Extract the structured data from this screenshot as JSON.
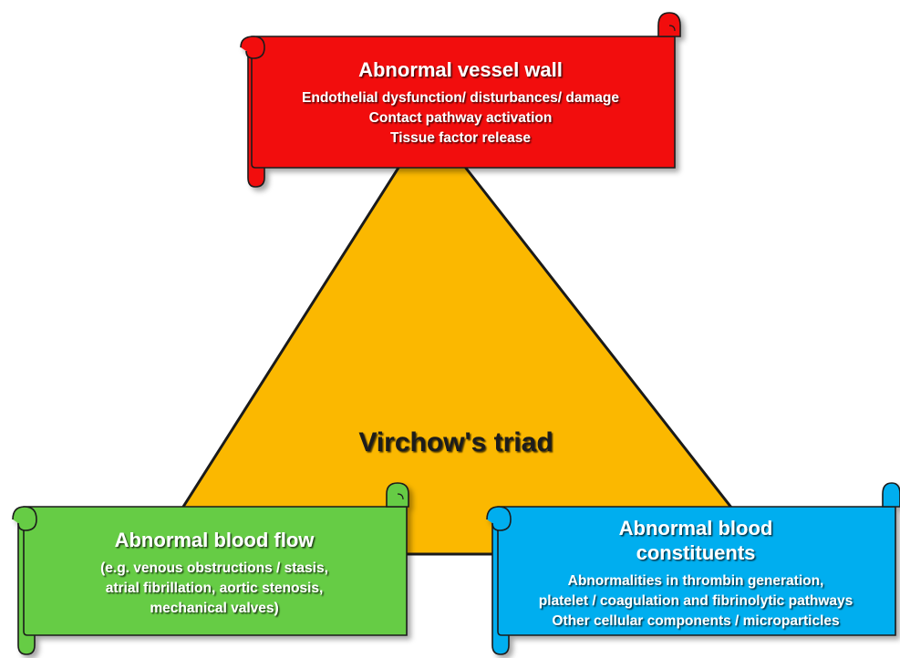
{
  "colors": {
    "triangle": "#FBB800",
    "vessel_scroll": "#F20C0C",
    "flow_scroll": "#66CC44",
    "constituents_scroll": "#00AEEF",
    "text_light": "#ffffff",
    "text_dark": "#1a1a1a"
  },
  "center": {
    "title": "Virchow's triad"
  },
  "vessel": {
    "title": "Abnormal vessel wall",
    "lines": [
      "Endothelial dysfunction/ disturbances/ damage",
      "Contact pathway activation",
      "Tissue factor release"
    ]
  },
  "flow": {
    "title": "Abnormal blood flow",
    "lines": [
      "(e.g. venous obstructions / stasis,",
      "atrial fibrillation, aortic stenosis,",
      "mechanical  valves)"
    ]
  },
  "constituents": {
    "title_lines": [
      "Abnormal blood",
      "constituents"
    ],
    "lines": [
      "Abnormalities in thrombin generation,",
      "platelet / coagulation and fibrinolytic pathways",
      "Other cellular components / microparticles"
    ]
  }
}
